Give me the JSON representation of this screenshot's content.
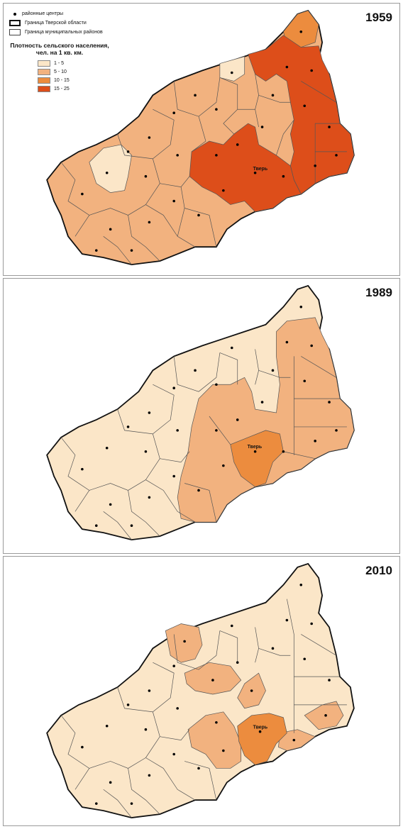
{
  "legend": {
    "centers": "районные центры",
    "region_boundary": "Граница Тверской области",
    "municipal_boundary": "Граница муниципальных районов",
    "title": "Плотность сельского населения, чел. на 1 кв. км.",
    "classes": [
      {
        "label": "1 - 5",
        "color": "#fbe6c8"
      },
      {
        "label": "5 - 10",
        "color": "#f2b27f"
      },
      {
        "label": "10 - 15",
        "color": "#ec8c3e"
      },
      {
        "label": "15 - 25",
        "color": "#dd4e1a"
      }
    ]
  },
  "map_icon": "district-center-dot-icon",
  "years": [
    {
      "label": "1959",
      "center_label": "Тверь"
    },
    {
      "label": "1989",
      "center_label": "Тверь"
    },
    {
      "label": "2010",
      "center_label": "Тверь"
    }
  ]
}
